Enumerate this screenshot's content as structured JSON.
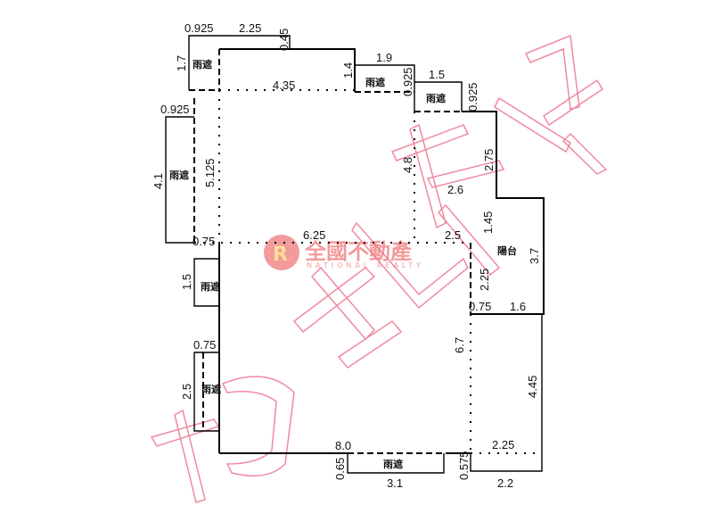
{
  "colors": {
    "line": "#000000",
    "watermark": "#f08aa0",
    "logo": "#f07a7a"
  },
  "labels": {
    "canopy": "雨遮",
    "balcony": "陽台"
  },
  "logo": {
    "cn": "全國不動產",
    "en": "NATIONAL REALTY",
    "mark": "R"
  },
  "dims": {
    "d0925_top": "0.925",
    "d225_top": "2.25",
    "d045": "0.45",
    "d17": "1.7",
    "d435": "4.35",
    "d14": "1.4",
    "d19": "1.9",
    "d0925_b": "0.925",
    "d15_top": "1.5",
    "d0925_c": "0.925",
    "d0925_left": "0.925",
    "d41": "4.1",
    "d5125": "5.125",
    "d48": "4.8",
    "d275": "2.75",
    "d26": "2.6",
    "d145": "1.45",
    "d075_a": "0.75",
    "d625": "6.25",
    "d25_mid": "2.5",
    "d37": "3.7",
    "d15_left": "1.5",
    "d225_mid": "2.25",
    "d075_b": "0.75",
    "d16": "1.6",
    "d075_c": "0.75",
    "d67": "6.7",
    "d25_left": "2.5",
    "d445": "4.45",
    "d80": "8.0",
    "d065": "0.65",
    "d31": "3.1",
    "d0575": "0.575",
    "d225_bot": "2.25",
    "d22": "2.2"
  }
}
